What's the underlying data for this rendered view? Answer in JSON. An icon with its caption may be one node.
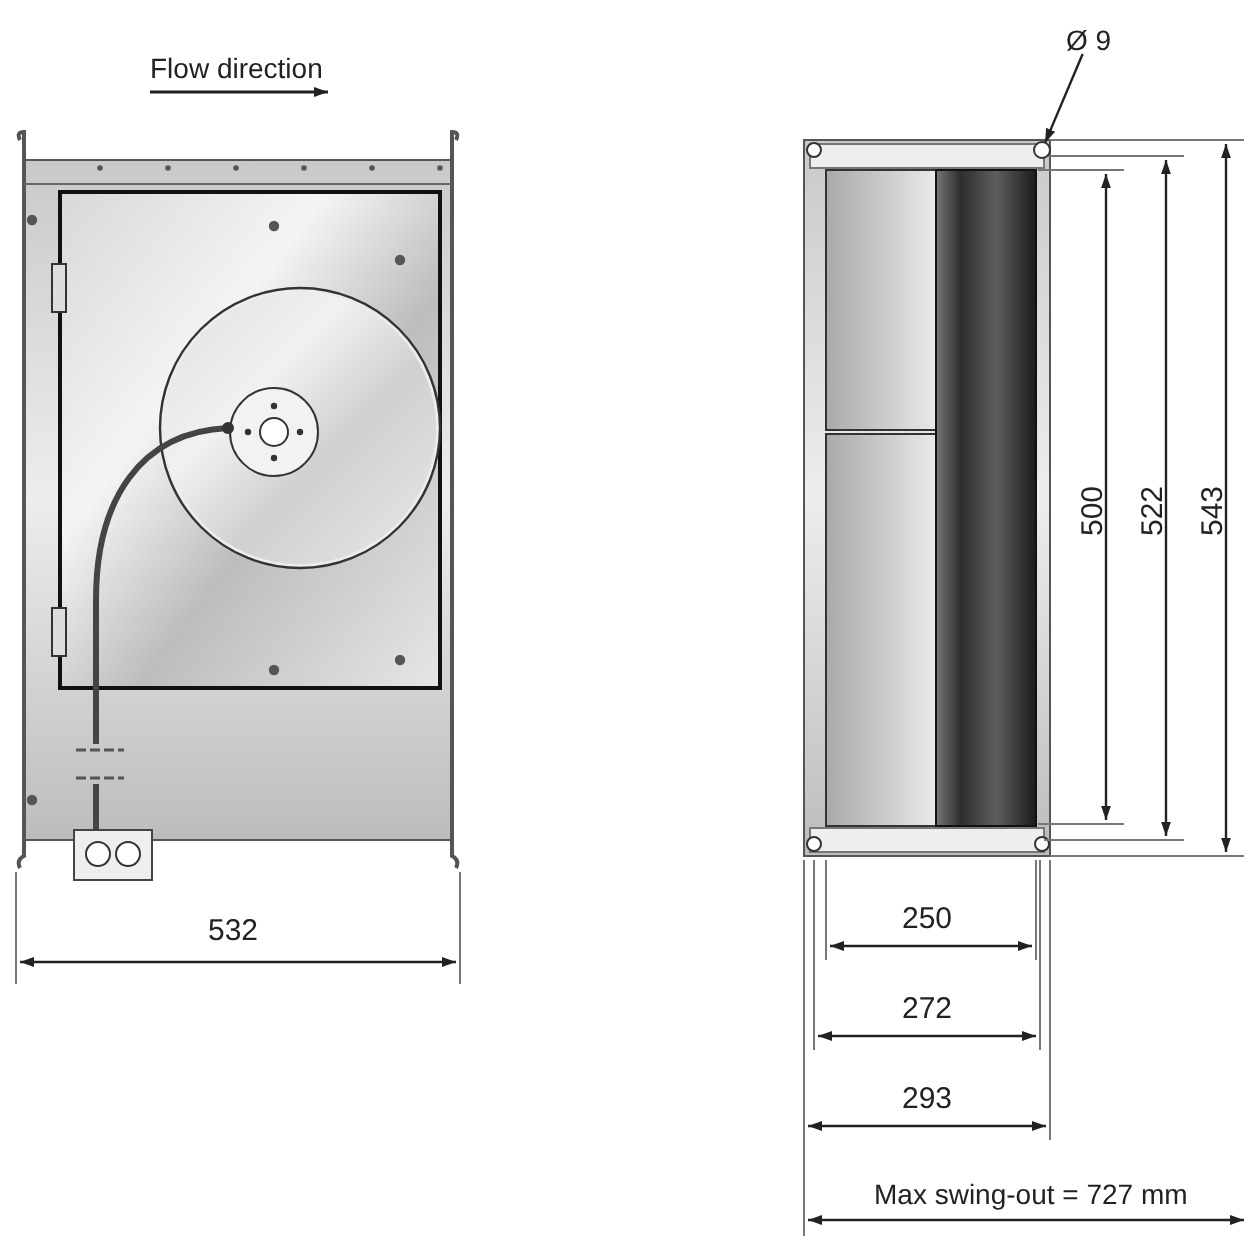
{
  "diagram": {
    "nodes": [
      {
        "text": [
          "Ø 9"
        ]
      },
      {
        "text": [],
        "shape": "circle"
      }
    ],
    "edges": [
      {
        "from": 0,
        "to": 1,
        "arrow": "to"
      }
    ],
    "labels": [
      "Flow direction",
      "532",
      "500",
      "522",
      "543",
      "250",
      "272",
      "293",
      "Max swing-out = 727 mm"
    ]
  }
}
